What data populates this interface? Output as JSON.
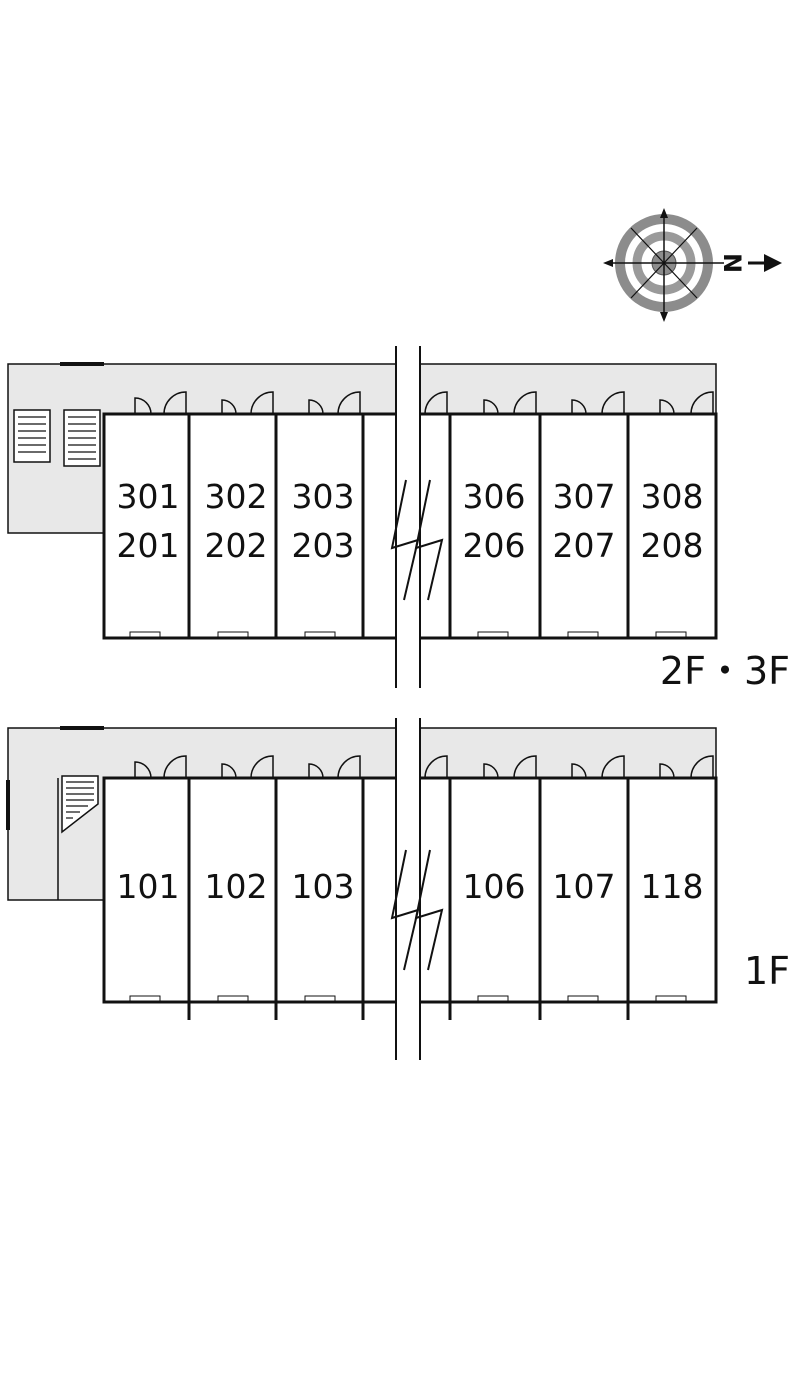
{
  "compass": {
    "north_label": "N"
  },
  "upper": {
    "floor_label": "2F・3F",
    "units": [
      {
        "top": "301",
        "bottom": "201"
      },
      {
        "top": "302",
        "bottom": "202"
      },
      {
        "top": "303",
        "bottom": "203"
      },
      {
        "top": "306",
        "bottom": "206"
      },
      {
        "top": "307",
        "bottom": "207"
      },
      {
        "top": "308",
        "bottom": "208"
      }
    ]
  },
  "lower": {
    "floor_label": "1F",
    "units": [
      {
        "top": "101"
      },
      {
        "top": "102"
      },
      {
        "top": "103"
      },
      {
        "top": "106"
      },
      {
        "top": "107"
      },
      {
        "top": "118"
      }
    ]
  },
  "colors": {
    "corridor": "#e8e8e8",
    "line": "#111111",
    "compass_ring": "#8c8c8c"
  }
}
